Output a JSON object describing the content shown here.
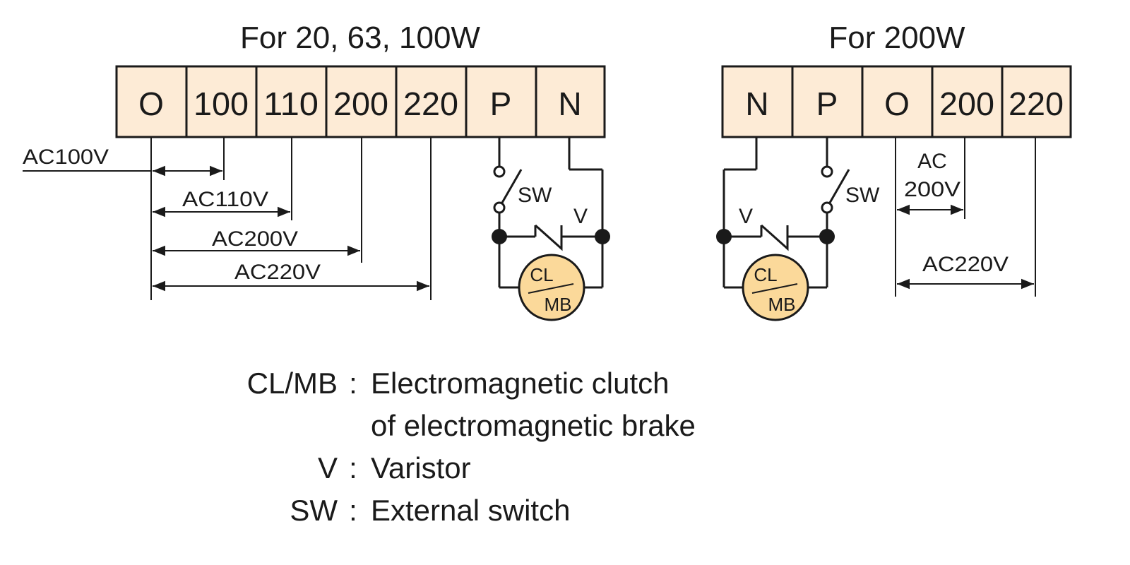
{
  "left_block": {
    "title": "For 20, 63, 100W",
    "terminals": [
      "O",
      "100",
      "110",
      "200",
      "220",
      "P",
      "N"
    ],
    "voltages": [
      "AC100V",
      "AC110V",
      "AC200V",
      "AC220V"
    ],
    "switch_label": "SW",
    "varistor_label": "V",
    "motor_top": "CL",
    "motor_bottom": "MB"
  },
  "right_block": {
    "title": "For 200W",
    "terminals": [
      "N",
      "P",
      "O",
      "200",
      "220"
    ],
    "voltage_ac": "AC",
    "voltage_200": "200V",
    "voltage_220": "AC220V",
    "switch_label": "SW",
    "varistor_label": "V",
    "motor_top": "CL",
    "motor_bottom": "MB"
  },
  "legend": [
    {
      "key": "CL/MB",
      "sep": ":",
      "lines": [
        "Electromagnetic clutch",
        "of electromagnetic brake"
      ]
    },
    {
      "key": "V",
      "sep": ":",
      "lines": [
        "Varistor"
      ]
    },
    {
      "key": "SW",
      "sep": ":",
      "lines": [
        "External switch"
      ]
    }
  ]
}
